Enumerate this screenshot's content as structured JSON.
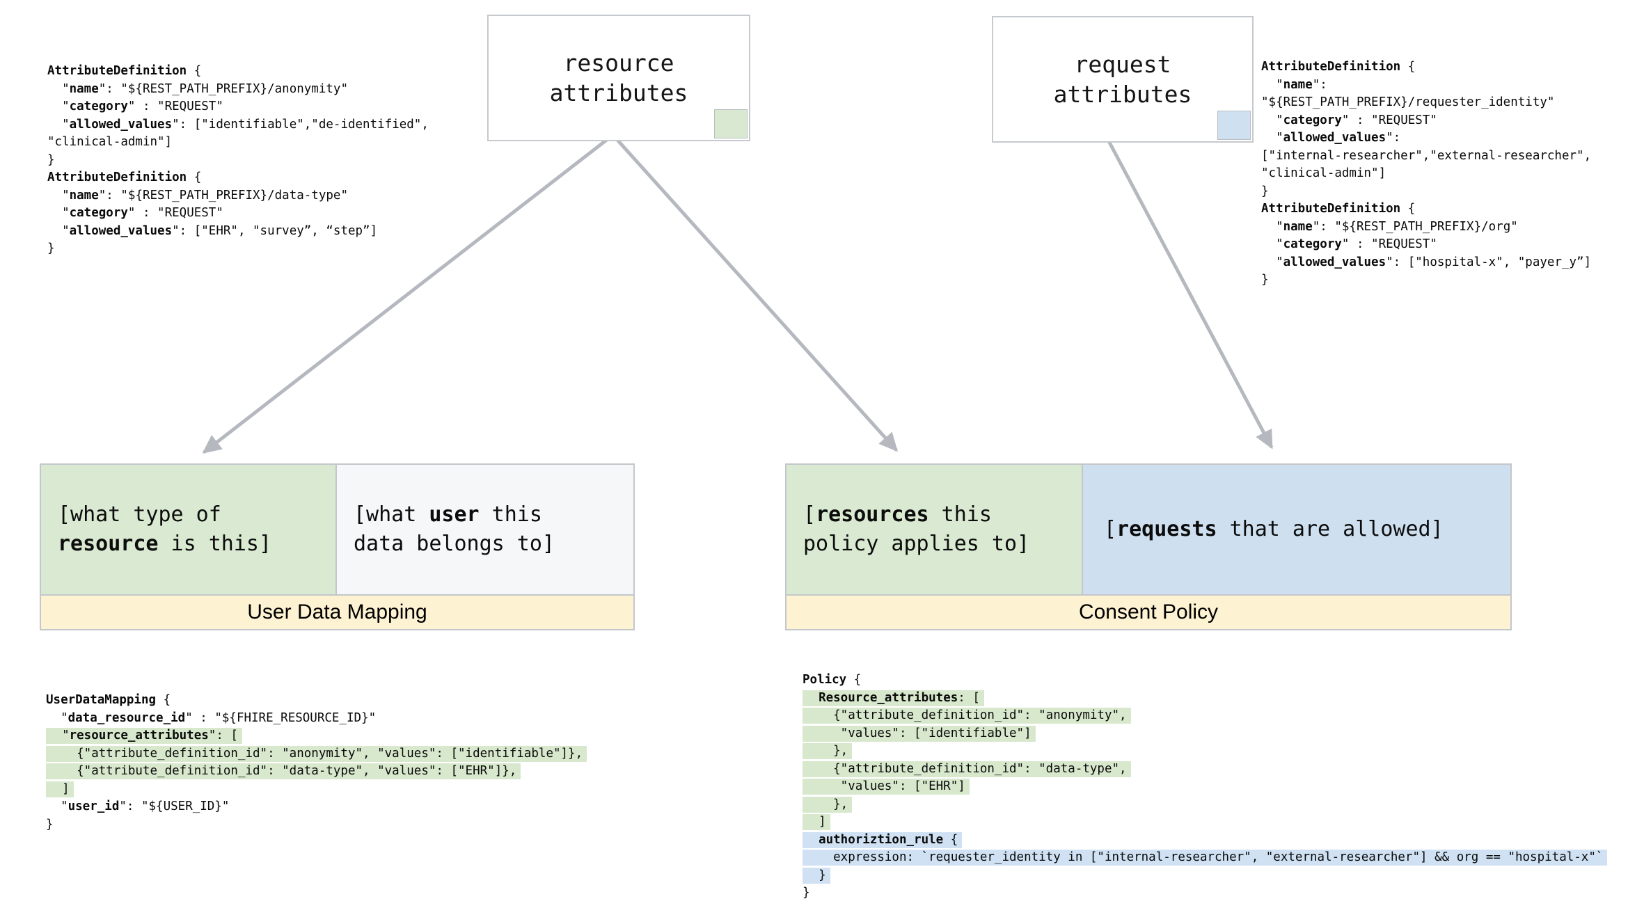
{
  "colors": {
    "green_fill": "#dae9d1",
    "blue_fill": "#cee0f0",
    "cream_fill": "#fdf2d1",
    "code_hl_green": "#d8e8cd",
    "code_hl_blue": "#cfe1f3",
    "arrow_gray": "#b5b9bf",
    "border_gray": "#c3c7cb"
  },
  "resource_box": {
    "lines": [
      {
        "seg": [
          [
            "resource",
            "n"
          ]
        ]
      },
      {
        "seg": [
          [
            "attributes",
            "n"
          ]
        ]
      }
    ]
  },
  "request_box": {
    "lines": [
      {
        "seg": [
          [
            "request",
            "n"
          ]
        ]
      },
      {
        "seg": [
          [
            "attributes",
            "n"
          ]
        ]
      }
    ]
  },
  "attr_def_left": {
    "lines": [
      {
        "seg": [
          [
            "AttributeDefinition",
            "b"
          ],
          [
            " {",
            "n"
          ]
        ]
      },
      {
        "seg": [
          [
            "  \"",
            "n"
          ],
          [
            "name",
            "b"
          ],
          [
            "\": \"${REST_PATH_PREFIX}/anonymity\"",
            "n"
          ]
        ]
      },
      {
        "seg": [
          [
            "  \"",
            "n"
          ],
          [
            "category",
            "b"
          ],
          [
            "\" : \"REQUEST\"",
            "n"
          ]
        ]
      },
      {
        "seg": [
          [
            "  \"",
            "n"
          ],
          [
            "allowed_values",
            "b"
          ],
          [
            "\": [\"identifiable\",\"de-identified\",",
            "n"
          ]
        ]
      },
      {
        "seg": [
          [
            "\"clinical-admin\"]",
            "n"
          ]
        ]
      },
      {
        "seg": [
          [
            "}",
            "n"
          ]
        ]
      },
      {
        "seg": [
          [
            "AttributeDefinition",
            "b"
          ],
          [
            " {",
            "n"
          ]
        ]
      },
      {
        "seg": [
          [
            "  \"",
            "n"
          ],
          [
            "name",
            "b"
          ],
          [
            "\": \"${REST_PATH_PREFIX}/data-type\"",
            "n"
          ]
        ]
      },
      {
        "seg": [
          [
            "  \"",
            "n"
          ],
          [
            "category",
            "b"
          ],
          [
            "\" : \"REQUEST\"",
            "n"
          ]
        ]
      },
      {
        "seg": [
          [
            "  \"",
            "n"
          ],
          [
            "allowed_values",
            "b"
          ],
          [
            "\": [\"EHR\", \"survey”, “step”]",
            "n"
          ]
        ]
      },
      {
        "seg": [
          [
            "}",
            "n"
          ]
        ]
      }
    ]
  },
  "attr_def_right": {
    "lines": [
      {
        "seg": [
          [
            "AttributeDefinition",
            "b"
          ],
          [
            " {",
            "n"
          ]
        ]
      },
      {
        "seg": [
          [
            "  \"",
            "n"
          ],
          [
            "name",
            "b"
          ],
          [
            "\":",
            "n"
          ]
        ]
      },
      {
        "seg": [
          [
            "\"${REST_PATH_PREFIX}/requester_identity\"",
            "n"
          ]
        ]
      },
      {
        "seg": [
          [
            "  \"",
            "n"
          ],
          [
            "category",
            "b"
          ],
          [
            "\" : \"REQUEST\"",
            "n"
          ]
        ]
      },
      {
        "seg": [
          [
            "  \"",
            "n"
          ],
          [
            "allowed_values",
            "b"
          ],
          [
            "\":",
            "n"
          ]
        ]
      },
      {
        "seg": [
          [
            "[\"internal-researcher\",\"external-researcher\",",
            "n"
          ]
        ]
      },
      {
        "seg": [
          [
            "\"clinical-admin\"]",
            "n"
          ]
        ]
      },
      {
        "seg": [
          [
            "}",
            "n"
          ]
        ]
      },
      {
        "seg": [
          [
            "AttributeDefinition",
            "b"
          ],
          [
            " {",
            "n"
          ]
        ]
      },
      {
        "seg": [
          [
            "  \"",
            "n"
          ],
          [
            "name",
            "b"
          ],
          [
            "\": \"${REST_PATH_PREFIX}/org\"",
            "n"
          ]
        ]
      },
      {
        "seg": [
          [
            "  \"",
            "n"
          ],
          [
            "category",
            "b"
          ],
          [
            "\" : \"REQUEST\"",
            "n"
          ]
        ]
      },
      {
        "seg": [
          [
            "  \"",
            "n"
          ],
          [
            "allowed_values",
            "b"
          ],
          [
            "\": [\"hospital-x\", \"payer_y”]",
            "n"
          ]
        ]
      },
      {
        "seg": [
          [
            "}",
            "n"
          ]
        ]
      }
    ]
  },
  "mapping_box": {
    "label": "User Data Mapping",
    "green_cell_lines": [
      {
        "seg": [
          [
            "[what type of",
            "n"
          ]
        ]
      },
      {
        "seg": [
          [
            "resource",
            "b"
          ],
          [
            " is this]",
            "n"
          ]
        ]
      }
    ],
    "user_cell_lines": [
      {
        "seg": [
          [
            "[what ",
            "n"
          ],
          [
            "user",
            "b"
          ],
          [
            " this",
            "n"
          ]
        ]
      },
      {
        "seg": [
          [
            "data belongs to]",
            "n"
          ]
        ]
      }
    ]
  },
  "consent_box": {
    "label": "Consent Policy",
    "green_cell_lines": [
      {
        "seg": [
          [
            "[",
            "n"
          ],
          [
            "resources",
            "b"
          ],
          [
            " this",
            "n"
          ]
        ]
      },
      {
        "seg": [
          [
            "policy applies to]",
            "n"
          ]
        ]
      }
    ],
    "blue_cell_lines": [
      {
        "seg": [
          [
            "[",
            "n"
          ],
          [
            "requests",
            "b"
          ],
          [
            " that are allowed]",
            "n"
          ]
        ]
      }
    ]
  },
  "user_data_mapping_code": {
    "lines": [
      {
        "seg": [
          [
            "UserDataMapping",
            "b"
          ],
          [
            " {",
            "n"
          ]
        ]
      },
      {
        "seg": [
          [
            "  \"",
            "n"
          ],
          [
            "data_resource_id",
            "b"
          ],
          [
            "\" : \"${FHIRE_RESOURCE_ID}\"",
            "n"
          ]
        ]
      },
      {
        "h": "green",
        "seg": [
          [
            "  \"",
            "n"
          ],
          [
            "resource_attributes",
            "b"
          ],
          [
            "\": [",
            "n"
          ]
        ]
      },
      {
        "h": "green",
        "seg": [
          [
            "    {\"attribute_definition_id\": \"anonymity\", \"values\": [\"identifiable\"]},",
            "n"
          ]
        ]
      },
      {
        "h": "green",
        "seg": [
          [
            "    {\"attribute_definition_id\": \"data-type\", \"values\": [\"EHR\"]},",
            "n"
          ]
        ]
      },
      {
        "h": "green",
        "seg": [
          [
            "  ]",
            "n"
          ]
        ]
      },
      {
        "seg": [
          [
            "  \"",
            "n"
          ],
          [
            "user_id",
            "b"
          ],
          [
            "\": \"${USER_ID}\"",
            "n"
          ]
        ]
      },
      {
        "seg": [
          [
            "}",
            "n"
          ]
        ]
      }
    ]
  },
  "policy_code": {
    "lines": [
      {
        "seg": [
          [
            "Policy",
            "b"
          ],
          [
            " {",
            "n"
          ]
        ]
      },
      {
        "h": "green",
        "seg": [
          [
            "  ",
            "n"
          ],
          [
            "Resource_attributes",
            "b"
          ],
          [
            ": [",
            "n"
          ]
        ]
      },
      {
        "h": "green",
        "seg": [
          [
            "    {\"attribute_definition_id\": \"anonymity\",",
            "n"
          ]
        ]
      },
      {
        "h": "green",
        "seg": [
          [
            "     \"values\": [\"identifiable\"]",
            "n"
          ]
        ]
      },
      {
        "h": "green",
        "seg": [
          [
            "    },",
            "n"
          ]
        ]
      },
      {
        "h": "green",
        "seg": [
          [
            "    {\"attribute_definition_id\": \"data-type\",",
            "n"
          ]
        ]
      },
      {
        "h": "green",
        "seg": [
          [
            "     \"values\": [\"EHR\"]",
            "n"
          ]
        ]
      },
      {
        "h": "green",
        "seg": [
          [
            "    },",
            "n"
          ]
        ]
      },
      {
        "h": "green",
        "seg": [
          [
            "  ]",
            "n"
          ]
        ]
      },
      {
        "h": "blue",
        "seg": [
          [
            "  ",
            "n"
          ],
          [
            "authoriztion_rule",
            "b"
          ],
          [
            " {",
            "n"
          ]
        ]
      },
      {
        "h": "blue",
        "seg": [
          [
            "    expression: `requester_identity in [\"internal-researcher\", \"external-researcher\"] && org == \"hospital-x\"`",
            "n"
          ]
        ]
      },
      {
        "h": "blue",
        "seg": [
          [
            "  }",
            "n"
          ]
        ]
      },
      {
        "seg": [
          [
            "}",
            "n"
          ]
        ]
      }
    ]
  }
}
